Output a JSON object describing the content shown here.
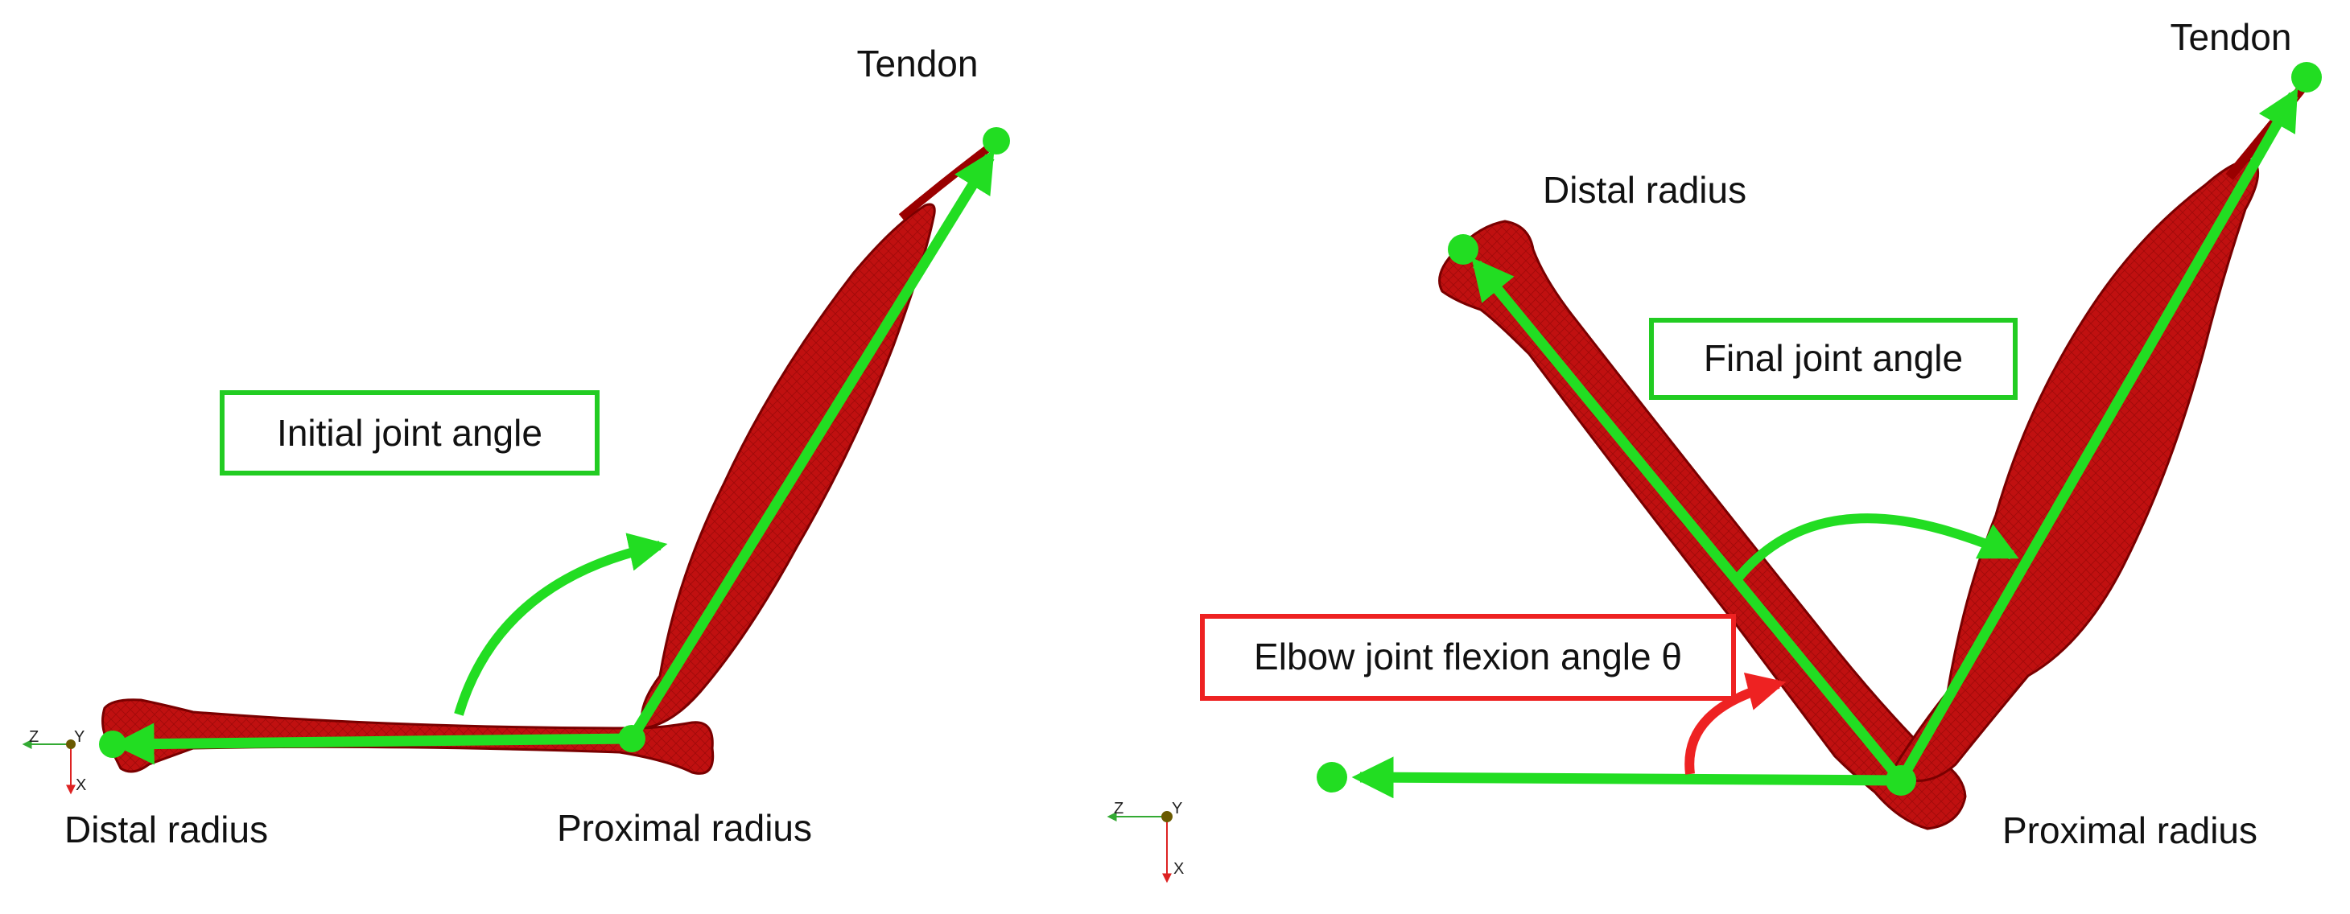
{
  "panels": [
    {
      "tendon_label": "Tendon",
      "distal_label": "Distal radius",
      "proximal_label": "Proximal radius",
      "angle_box_label": "Initial joint angle",
      "axis_triad": {
        "z": "Z",
        "y": "Y",
        "x": "X"
      }
    },
    {
      "tendon_label": "Tendon",
      "distal_label": "Distal radius",
      "proximal_label": "Proximal radius",
      "angle_box_label": "Final joint angle",
      "flexion_box_label": "Elbow joint flexion angle θ",
      "axis_triad": {
        "z": "Z",
        "y": "Y",
        "x": "X"
      }
    }
  ],
  "colors": {
    "vector_green": "#22DD22",
    "label_box_green": "#22CC22",
    "flexion_red": "#EE2222",
    "bone_red": "#C01010",
    "bone_dark": "#7A0000"
  }
}
